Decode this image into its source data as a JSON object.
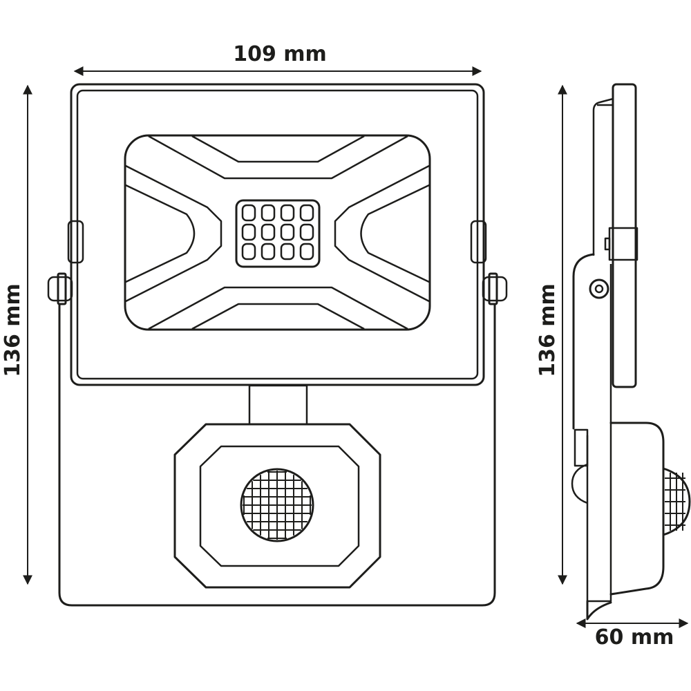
{
  "dimensions": {
    "width": "109 mm",
    "height_front": "136 mm",
    "height_side": "136 mm",
    "depth": "60 mm"
  },
  "colors": {
    "line": "#1d1d1b",
    "background": "#ffffff"
  }
}
